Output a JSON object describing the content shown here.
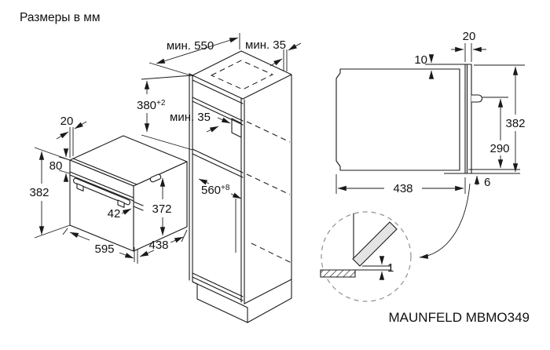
{
  "title": "Размеры в мм",
  "brand": "MAUNFELD MBMO349",
  "oven": {
    "door_thickness": "20",
    "panel_height": "80",
    "height": "382",
    "handle_offset": "42",
    "body_height": "372",
    "width": "595",
    "depth": "438"
  },
  "cabinet": {
    "depth_min": "мин. 550",
    "rear_gap_min": "мин. 35",
    "niche_height": "380",
    "niche_height_tol": "+2",
    "shelf_gap_min": "мин. 35",
    "niche_width": "560",
    "niche_width_tol": "+8"
  },
  "side": {
    "top_clearance": "10",
    "door_thickness": "20",
    "height": "382",
    "handle_height": "290",
    "bottom_gap": "6",
    "depth": "438"
  },
  "detail": {
    "door_gap": "1"
  },
  "colors": {
    "line": "#1a1a1a",
    "detail_fill": "#e4e4e4",
    "background": "#ffffff"
  }
}
